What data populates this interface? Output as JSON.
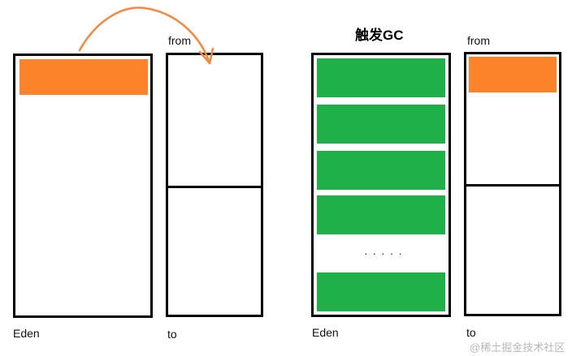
{
  "left": {
    "eden_label": "Eden",
    "from_label": "from",
    "to_label": "to"
  },
  "right": {
    "title": "触发GC",
    "eden_label": "Eden",
    "from_label": "from",
    "to_label": "to",
    "ellipsis": "· · · · ·"
  },
  "colors": {
    "orange": "#fc832a",
    "green": "#20b04a",
    "border": "#000000"
  },
  "watermark": "@稀土掘金技术社区"
}
